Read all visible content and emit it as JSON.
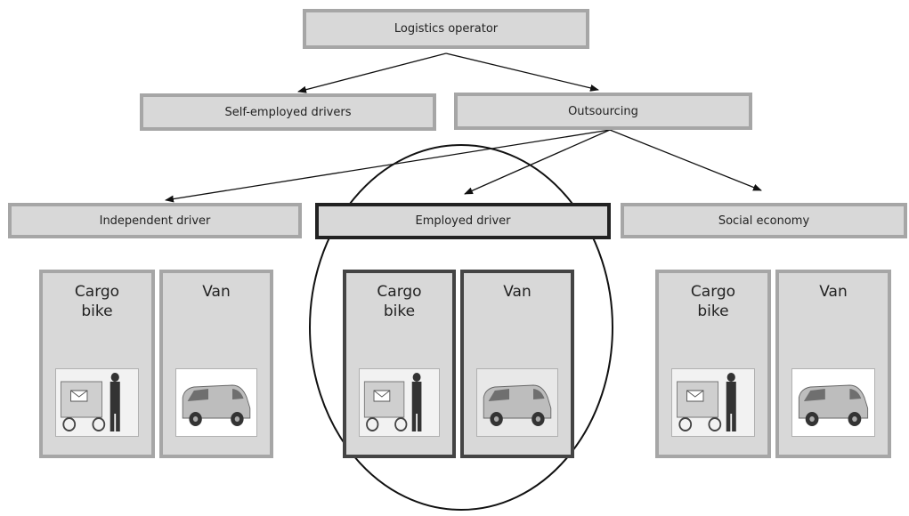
{
  "diagram": {
    "root": {
      "label": "Logistics operator"
    },
    "level1": [
      {
        "label": "Self-employed drivers"
      },
      {
        "label": "Outsourcing"
      }
    ],
    "level2": [
      {
        "label": "Independent driver"
      },
      {
        "label": "Employed driver"
      },
      {
        "label": "Social economy"
      }
    ],
    "vehicles": {
      "cargo_bike": "Cargo\nbike",
      "van": "Van"
    },
    "icons": {
      "cargo_bike_photo": "cargo-bike-photo-icon",
      "van_photo": "van-photo-icon"
    },
    "colors": {
      "box_fill": "#d8d8d8",
      "box_border": "#a6a6a6",
      "highlight_border": "#222222",
      "arrow": "#111111"
    }
  }
}
